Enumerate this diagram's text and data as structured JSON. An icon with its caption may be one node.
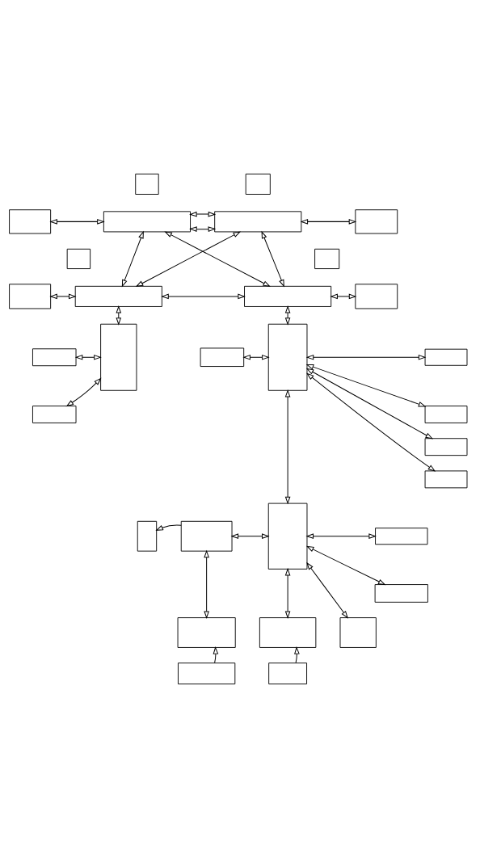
{
  "diagram": {
    "nodes": [
      {
        "text": [],
        "shape": "box"
      },
      {
        "text": [],
        "shape": "box"
      },
      {
        "text": [],
        "shape": "box"
      },
      {
        "text": [],
        "shape": "box"
      },
      {
        "text": [],
        "shape": "box"
      },
      {
        "text": [],
        "shape": "box"
      },
      {
        "text": [],
        "shape": "box"
      },
      {
        "text": [],
        "shape": "box"
      },
      {
        "text": [],
        "shape": "box"
      },
      {
        "text": [],
        "shape": "box"
      },
      {
        "text": [],
        "shape": "box"
      },
      {
        "text": [],
        "shape": "box"
      },
      {
        "text": [],
        "shape": "box"
      },
      {
        "text": [],
        "shape": "box"
      },
      {
        "text": [],
        "shape": "box"
      },
      {
        "text": [],
        "shape": "box"
      },
      {
        "text": [],
        "shape": "box"
      },
      {
        "text": [],
        "shape": "box"
      },
      {
        "text": [],
        "shape": "box"
      },
      {
        "text": [],
        "shape": "box"
      },
      {
        "text": [],
        "shape": "box"
      },
      {
        "text": [],
        "shape": "box"
      },
      {
        "text": [],
        "shape": "box"
      },
      {
        "text": [],
        "shape": "box"
      },
      {
        "text": [],
        "shape": "box"
      },
      {
        "text": [],
        "shape": "box"
      },
      {
        "text": [],
        "shape": "box"
      },
      {
        "text": [],
        "shape": "box"
      },
      {
        "text": [],
        "shape": "box"
      },
      {
        "text": [],
        "shape": "box"
      },
      {
        "text": [],
        "shape": "box"
      }
    ],
    "edges": [
      {
        "from": 3,
        "to": 4,
        "arrow": "both"
      },
      {
        "from": 2,
        "to": 3,
        "arrow": "both"
      },
      {
        "from": 3,
        "to": 4,
        "arrow": "both"
      },
      {
        "from": 4,
        "to": 5,
        "arrow": "both"
      },
      {
        "from": 3,
        "to": 9,
        "arrow": "both"
      },
      {
        "from": 4,
        "to": 10,
        "arrow": "both"
      },
      {
        "from": 3,
        "to": 10,
        "arrow": "both"
      },
      {
        "from": 4,
        "to": 9,
        "arrow": "both"
      },
      {
        "from": 8,
        "to": 9,
        "arrow": "both"
      },
      {
        "from": 9,
        "to": 10,
        "arrow": "both"
      },
      {
        "from": 10,
        "to": 11,
        "arrow": "both"
      },
      {
        "from": 9,
        "to": 14,
        "arrow": "both"
      },
      {
        "from": 10,
        "to": 16,
        "arrow": "both"
      },
      {
        "from": 12,
        "to": 14,
        "arrow": "both"
      },
      {
        "from": 13,
        "to": 14,
        "arrow": "both"
      },
      {
        "from": 15,
        "to": 16,
        "arrow": "both"
      },
      {
        "from": 16,
        "to": 17,
        "arrow": "both"
      },
      {
        "from": 16,
        "to": 18,
        "arrow": "both"
      },
      {
        "from": 16,
        "to": 19,
        "arrow": "both"
      },
      {
        "from": 16,
        "to": 20,
        "arrow": "both"
      },
      {
        "from": 16,
        "to": 23,
        "arrow": "both"
      },
      {
        "from": 23,
        "to": 24,
        "arrow": "both"
      },
      {
        "from": 23,
        "to": 25,
        "arrow": "both"
      },
      {
        "from": 22,
        "to": 23,
        "arrow": "both"
      },
      {
        "from": 22,
        "to": 21,
        "arrow": "to"
      },
      {
        "from": 22,
        "to": 26,
        "arrow": "both"
      },
      {
        "from": 23,
        "to": 27,
        "arrow": "both"
      },
      {
        "from": 23,
        "to": 28,
        "arrow": "both"
      },
      {
        "from": 29,
        "to": 26,
        "arrow": "to"
      },
      {
        "from": 30,
        "to": 27,
        "arrow": "to"
      }
    ]
  }
}
